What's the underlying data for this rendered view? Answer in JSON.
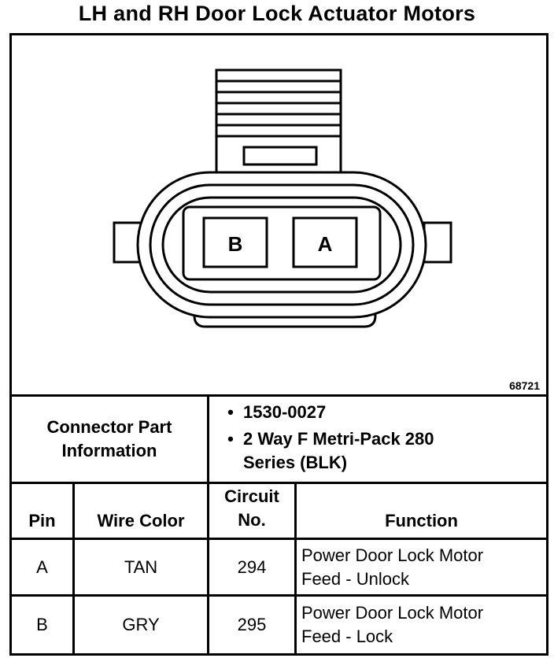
{
  "title": "LH and RH Door Lock Actuator Motors",
  "figure_id": "68721",
  "connector": {
    "label_line1": "Connector Part",
    "label_line2": "Information",
    "bullet": "•",
    "info": [
      "1530-0027",
      "2 Way F Metri-Pack 280",
      "Series (BLK)"
    ],
    "pin_labels": [
      "B",
      "A"
    ]
  },
  "table": {
    "headers": {
      "pin": "Pin",
      "wire_color": "Wire Color",
      "circuit_line1": "Circuit",
      "circuit_line2": "No.",
      "function": "Function"
    },
    "rows": [
      {
        "pin": "A",
        "wire_color": "TAN",
        "circuit": "294",
        "function_line1": "Power Door Lock Motor",
        "function_line2": "Feed - Unlock"
      },
      {
        "pin": "B",
        "wire_color": "GRY",
        "circuit": "295",
        "function_line1": "Power Door Lock Motor",
        "function_line2": "Feed - Lock"
      }
    ]
  }
}
